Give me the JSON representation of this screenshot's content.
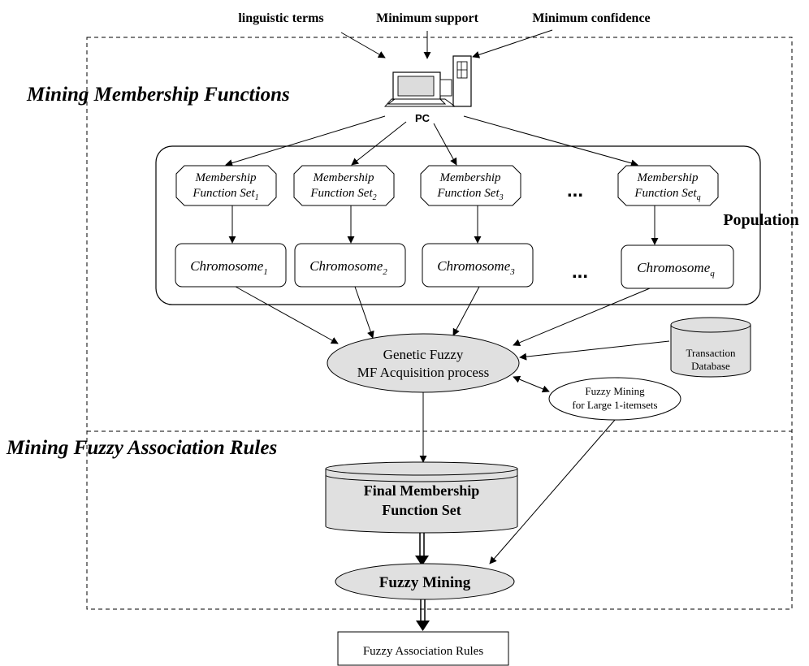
{
  "inputs": {
    "linguistic_terms": "linguistic terms",
    "minimum_support": "Minimum support",
    "minimum_confidence": "Minimum confidence"
  },
  "sections": {
    "mining_membership_functions": "Mining Membership Functions",
    "mining_fuzzy_association_rules": "Mining Fuzzy Association Rules"
  },
  "pc_label": "PC",
  "population_label": "Population",
  "ellipsis": "...",
  "mf_sets": [
    {
      "line1": "Membership",
      "line2": "Function Set",
      "sub": "1"
    },
    {
      "line1": "Membership",
      "line2": "Function Set",
      "sub": "2"
    },
    {
      "line1": "Membership",
      "line2": "Function Set",
      "sub": "3"
    },
    {
      "line1": "Membership",
      "line2": "Function Set",
      "sub": "q"
    }
  ],
  "chromosomes": [
    {
      "label": "Chromosome",
      "sub": "1"
    },
    {
      "label": "Chromosome",
      "sub": "2"
    },
    {
      "label": "Chromosome",
      "sub": "3"
    },
    {
      "label": "Chromosome",
      "sub": "q"
    }
  ],
  "genetic_process": {
    "line1": "Genetic Fuzzy",
    "line2": "MF Acquisition process"
  },
  "transaction_db": {
    "line1": "Transaction",
    "line2": "Database"
  },
  "fuzzy_mining_large": {
    "line1": "Fuzzy Mining",
    "line2": "for Large 1-itemsets"
  },
  "final_mf_set": {
    "line1": "Final  Membership",
    "line2": "Function Set"
  },
  "fuzzy_mining": "Fuzzy Mining",
  "fuzzy_association_rules": "Fuzzy Association Rules",
  "colors": {
    "shape_fill": "#e0e0e0",
    "stroke": "#000000",
    "background": "#ffffff"
  }
}
